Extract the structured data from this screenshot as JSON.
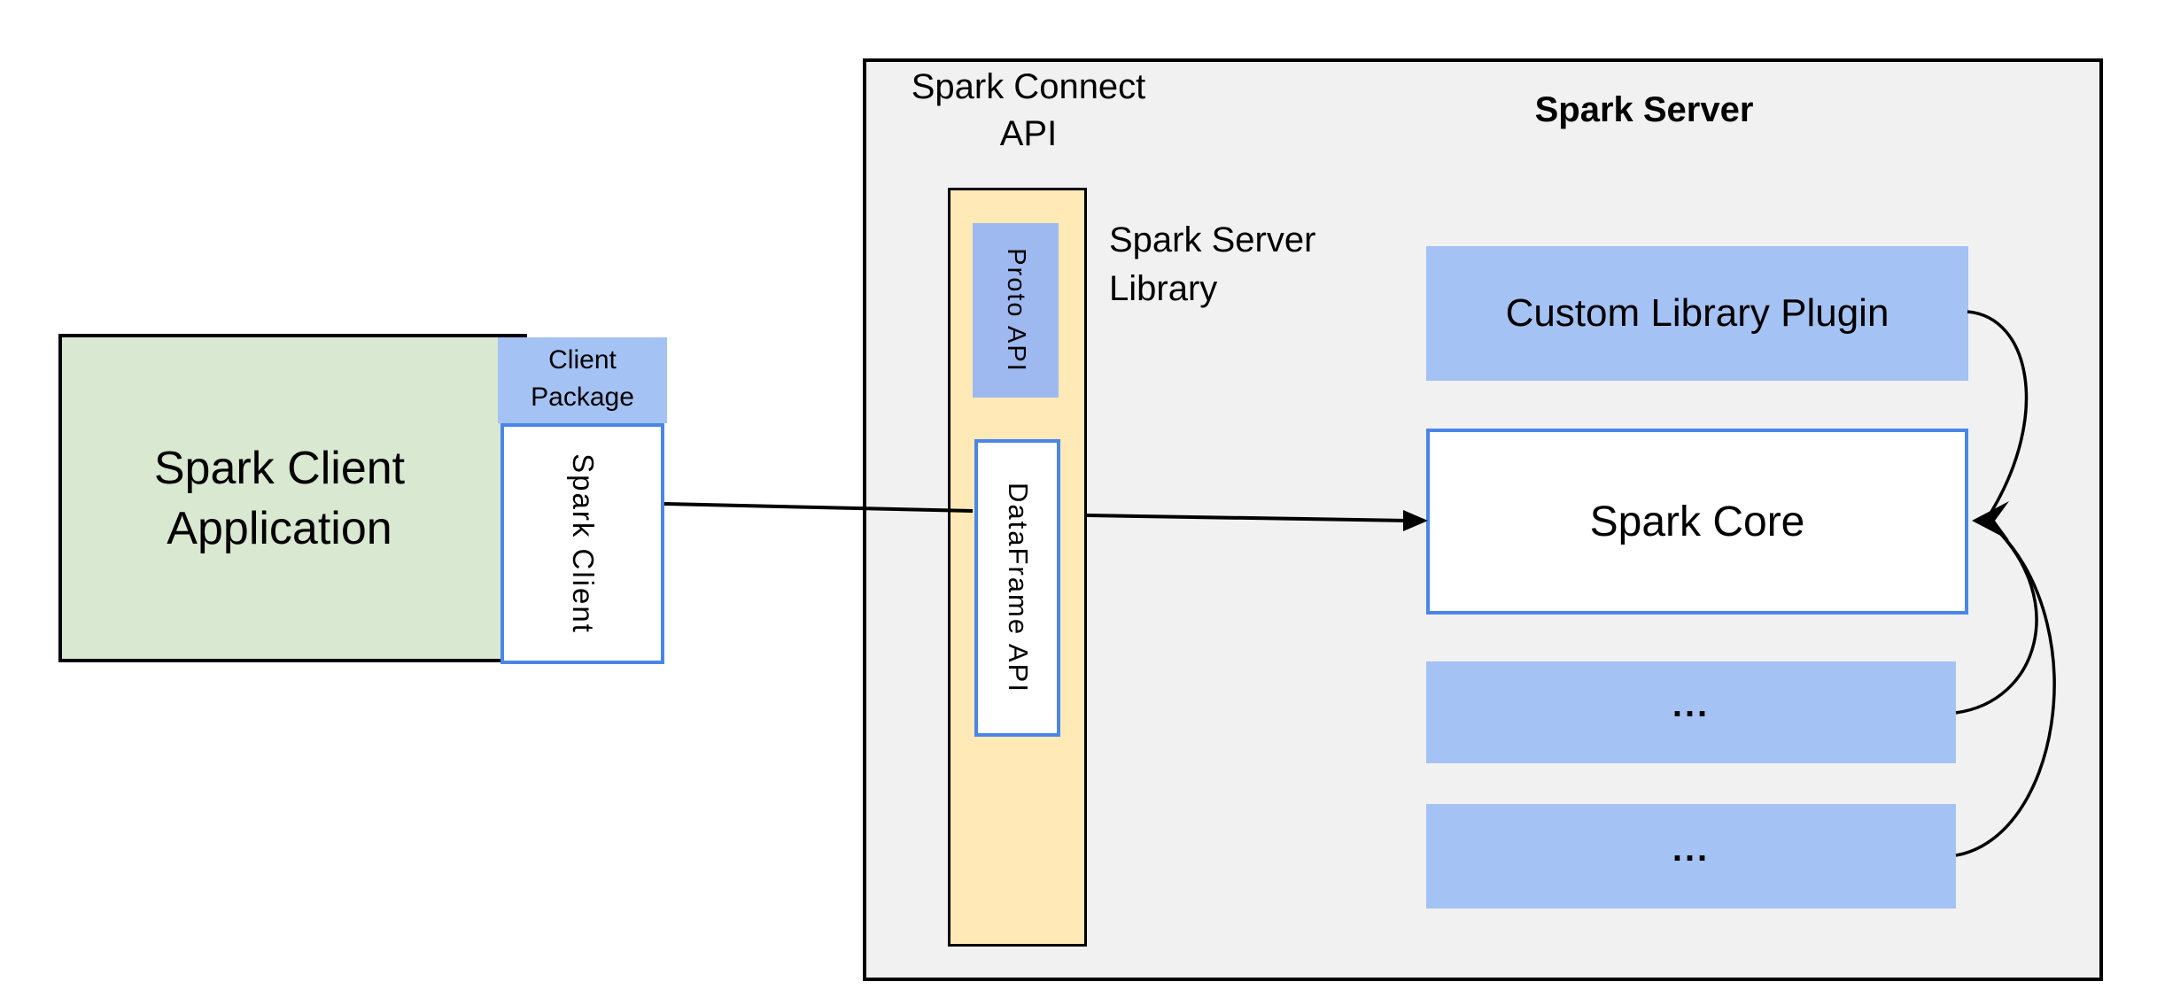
{
  "colors": {
    "gray-fill": "#f1f1f2",
    "green-fill": "#d9e8d0",
    "blue-fill": "#a4c2f4",
    "proto-fill": "#9db9f0",
    "yellow-fill": "#ffe9b6",
    "blue-border": "#4a86e8",
    "line-color": "#000000",
    "text-color": "#000000"
  },
  "client_app": {
    "label_line1": "Spark Client",
    "label_line2": "Application"
  },
  "client_package": {
    "label_line1": "Client",
    "label_line2": "Package"
  },
  "spark_client_box": {
    "label": "Spark Client"
  },
  "connect_api": {
    "title_line1": "Spark Connect",
    "title_line2": "API"
  },
  "server": {
    "title": "Spark Server"
  },
  "server_library": {
    "label_line1": "Spark Server",
    "label_line2": "Library"
  },
  "proto_api": {
    "label": "Proto API"
  },
  "dataframe_api": {
    "label": "DataFrame API"
  },
  "plugin": {
    "label": "Custom Library Plugin"
  },
  "core": {
    "label": "Spark Core"
  },
  "module_box_1": {
    "label": "..."
  },
  "module_box_2": {
    "label": "..."
  },
  "connections": [
    {
      "name": "spark-client-to-dataframe-api",
      "from": "Spark Client",
      "to": "DataFrame API",
      "style": "straight-line"
    },
    {
      "name": "dataframe-api-to-spark-core",
      "from": "DataFrame API",
      "to": "Spark Core",
      "style": "straight-arrow"
    },
    {
      "name": "custom-library-plugin-to-spark-core",
      "from": "Custom Library Plugin",
      "to": "Spark Core",
      "style": "curved-arrow"
    },
    {
      "name": "module-1-to-spark-core",
      "from": "...",
      "to": "Spark Core",
      "style": "curved-arrow"
    },
    {
      "name": "module-2-to-spark-core",
      "from": "...",
      "to": "Spark Core",
      "style": "curved-arrow"
    }
  ]
}
